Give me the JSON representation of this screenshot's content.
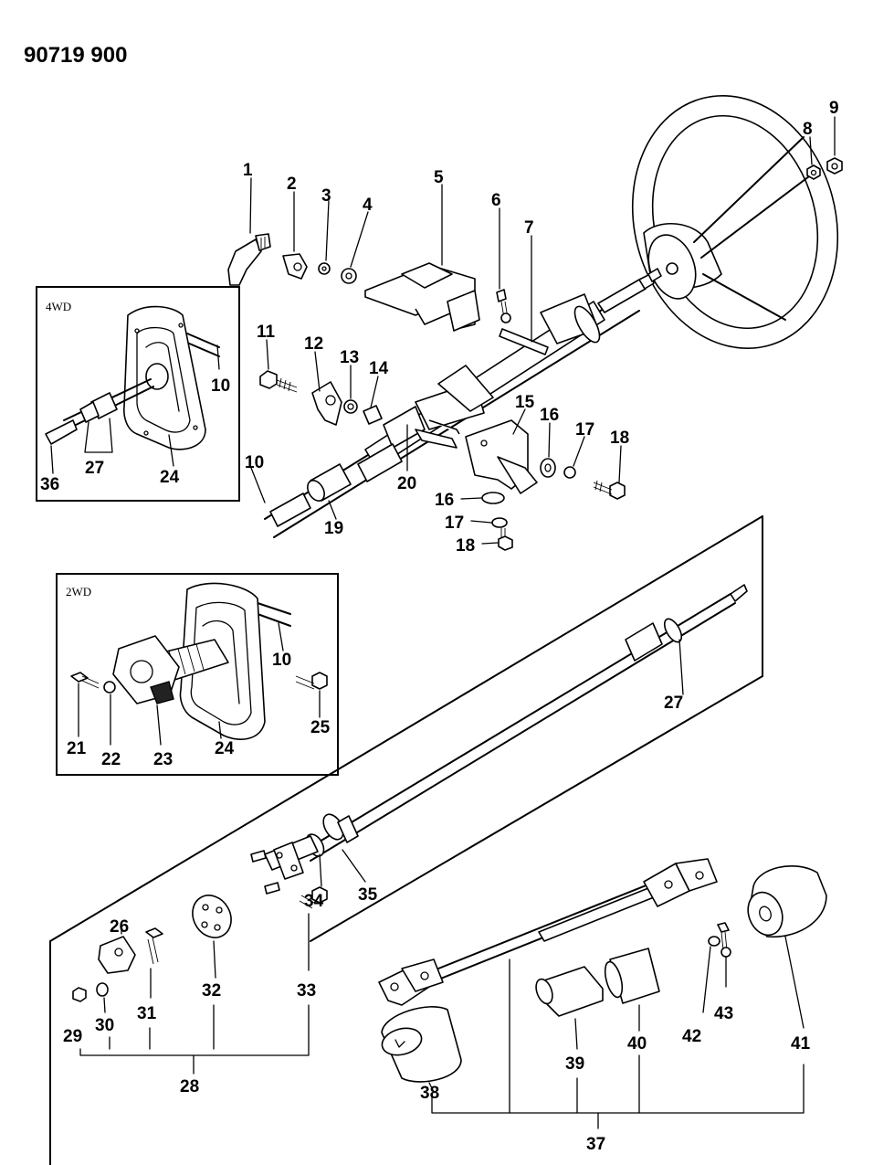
{
  "header": {
    "diagram_number": "90719 900"
  },
  "insets": {
    "four_wd_label": "4WD",
    "two_wd_label": "2WD"
  },
  "callouts": [
    {
      "id": "c1",
      "label": "1"
    },
    {
      "id": "c2",
      "label": "2"
    },
    {
      "id": "c3",
      "label": "3"
    },
    {
      "id": "c4",
      "label": "4"
    },
    {
      "id": "c5",
      "label": "5"
    },
    {
      "id": "c6",
      "label": "6"
    },
    {
      "id": "c7",
      "label": "7"
    },
    {
      "id": "c8",
      "label": "8"
    },
    {
      "id": "c9",
      "label": "9"
    },
    {
      "id": "c10a",
      "label": "10"
    },
    {
      "id": "c10b",
      "label": "10"
    },
    {
      "id": "c10c",
      "label": "10"
    },
    {
      "id": "c11",
      "label": "11"
    },
    {
      "id": "c12",
      "label": "12"
    },
    {
      "id": "c13",
      "label": "13"
    },
    {
      "id": "c14",
      "label": "14"
    },
    {
      "id": "c15",
      "label": "15"
    },
    {
      "id": "c16a",
      "label": "16"
    },
    {
      "id": "c16b",
      "label": "16"
    },
    {
      "id": "c17a",
      "label": "17"
    },
    {
      "id": "c17b",
      "label": "17"
    },
    {
      "id": "c18a",
      "label": "18"
    },
    {
      "id": "c18b",
      "label": "18"
    },
    {
      "id": "c19",
      "label": "19"
    },
    {
      "id": "c20",
      "label": "20"
    },
    {
      "id": "c21",
      "label": "21"
    },
    {
      "id": "c22",
      "label": "22"
    },
    {
      "id": "c23",
      "label": "23"
    },
    {
      "id": "c24a",
      "label": "24"
    },
    {
      "id": "c24b",
      "label": "24"
    },
    {
      "id": "c25",
      "label": "25"
    },
    {
      "id": "c26",
      "label": "26"
    },
    {
      "id": "c27a",
      "label": "27"
    },
    {
      "id": "c27b",
      "label": "27"
    },
    {
      "id": "c28",
      "label": "28"
    },
    {
      "id": "c29",
      "label": "29"
    },
    {
      "id": "c30",
      "label": "30"
    },
    {
      "id": "c31",
      "label": "31"
    },
    {
      "id": "c32",
      "label": "32"
    },
    {
      "id": "c33",
      "label": "33"
    },
    {
      "id": "c34",
      "label": "34"
    },
    {
      "id": "c35",
      "label": "35"
    },
    {
      "id": "c36",
      "label": "36"
    },
    {
      "id": "c37",
      "label": "37"
    },
    {
      "id": "c38",
      "label": "38"
    },
    {
      "id": "c39",
      "label": "39"
    },
    {
      "id": "c40",
      "label": "40"
    },
    {
      "id": "c41",
      "label": "41"
    },
    {
      "id": "c42",
      "label": "42"
    },
    {
      "id": "c43",
      "label": "43"
    }
  ]
}
